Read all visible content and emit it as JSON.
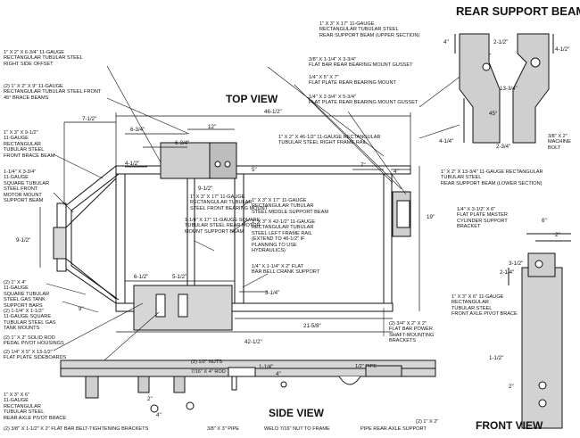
{
  "titles": {
    "top_view": "TOP VIEW",
    "side_view": "SIDE VIEW",
    "front_view": "FRONT VIEW",
    "rear_support_beam": "REAR SUPPORT BEAM"
  },
  "labels": {
    "right_side_offset": "1\" X 2\" X 6-3/4\" 11-GAUGE\nRECTANGULAR TUBULAR STEEL\nRIGHT SIDE OFFSET",
    "front_45_brace": "(2) 1\" X 2\" X 9\" 11-GAUGE\nRECTANGULAR TUBULAR STEEL FRONT\n45° BRACE BEAMS",
    "front_brace_beam": "1\" X 3\" X 9-1/2\"\n11-GAUGE\nRECTANGULAR\nTUBULAR STEEL\nFRONT BRACE BEAM",
    "front_motor_mount": "1-1/4\" X 3-3/4\"\n11-GAUGE\nSQUARE TUBULAR\nSTEEL FRONT\nMOTOR MOUNT\nSUPPORT BEAM",
    "gas_tank_support": "(2) 1\" X 4\"\n11-GAUGE\nSQUARE TUBULAR\nSTEEL GAS TANK\nSUPPORT BARS",
    "gas_tank_mounts": "(2) 1-1/4\" X 1-1/2\"\n11-GAUGE SQUARE\nTUBULAR STEEL GAS\nTANK MOUNTS",
    "pedal_pivot": "(2) 1\" X 2\" SOLID ROD\nPEDAL PIVOT HOUSINGS",
    "floorboards": "(2) 1/4\" X 5\" X 13-1/2\"\nFLAT PLATE SIDEBOARDS",
    "rear_axle_pivot": "1\" X 3\" X 6\"\n11-GAUGE\nRECTANGULAR\nTUBULAR STEEL\nREAR AXLE PIVOT BRACE",
    "belt_brackets": "(2) 3/8\" X 1-1/2\" X 2\" FLAT BAR BELT-TIGHTENING BRACKETS",
    "upper_section": "1\" X 3\" X 17\" 11-GAUGE\nRECTANGULAR TUBULAR STEEL\nREAR SUPPORT BEAM (UPPER SECTION)",
    "rear_bearing_gusset": "3/8\" X 1-1/4\" X 3-3/4\"\nFLAT BAR REAR BEARING MOUNT GUSSET",
    "rear_bearing_mount": "1/4\" X 5\" X 7\"\nFLAT PLATE REAR BEARING MOUNT",
    "bearing_mount_gusset": "1/4\" X 2-3/4\" X 5-3/4\"\nFLAT PLATE REAR BEARING MOUNT GUSSET",
    "right_frame_rail": "1\" X 2\" X 46-1/2\" 11-GAUGE RECTANGULAR\nTUBULAR STEEL RIGHT FRAME RAIL",
    "front_bearing_mount": "1\" X 3\" X 17\" 11-GAUGE\nRECTANGULAR TUBULAR\nSTEEL FRONT BEARING MOUNT",
    "rear_motor_mount": "1-1/4\" X 17\" 11-GAUGE SQUARE\nTUBULAR STEEL REAR MOTOR\nMOUNT SUPPORT BEAM",
    "middle_support": "1\" X 3\" X 17\" 11-GAUGE\nRECTANGULAR TUBULAR\nSTEEL MIDDLE SUPPORT BEAM",
    "left_frame_rail": "1\" X 3\" X 42-1/2\" 11-GAUGE\nRECTANGULAR TUBULAR\nSTEEL LEFT FRAME RAIL\n(EXTEND TO 46-1/2\" IF\nPLANNING TO USE\nHYDRAULICS)",
    "bell_crank": "1/4\" X 1-1/4\" X 2\" FLAT\nBAR BELL CRANK SUPPORT",
    "power_shaft": "(2) 3/4\" X 2\" X 2\"\nFLAT BAR POWER\nSHAFT-MOUNTING\nBRACKETS",
    "lower_section": "1\" X 2\" X 13-3/4\" 11-GAUGE RECTANGULAR\nTUBULAR STEEL\nREAR SUPPORT BEAM (LOWER SECTION)",
    "machine_bolt": "3/8\" X 2\"\nMACHINE\nBOLT",
    "master_cylinder": "1/4\" X 3-1/2\" X 6\"\nFLAT PLATE MASTER\nCYLINDER SUPPORT\nBRACKET",
    "front_axle_pivot": "1\" X 3\" X 6\" 11-GAUGE\nRECTANGULAR\nTUBULAR STEEL\nFRONT AXLE PIVOT BRACE",
    "nuts": "(2) 1/2\" NUTS",
    "rod": "7/16\" X 4\" ROD",
    "pipe": "3/8\" X 3\" PIPE",
    "weld_nut": "WELD 7/16\" NUT TO FRAME",
    "pipe_rear_axle": "PIPE REAR AXLE SUPPORT",
    "one_by_two": "(2) 1\" X 2\"",
    "half_pipe": "1/2\" PIPE"
  },
  "dims": {
    "d_46_5": "46-1/2\"",
    "d_7_5": "7-1/2\"",
    "d_6_75a": "6-3/4\"",
    "d_12": "12\"",
    "d_6_75b": "6-3/4\"",
    "d_5": "5\"",
    "d_4_5": "4-1/2\"",
    "d_9_5a": "9-1/2\"",
    "d_9_5b": "9-1/2\"",
    "d_9": "9\"",
    "d_6_5": "6-1/2\"",
    "d_5_5": "5-1/2\"",
    "d_3_25": "3-1/4\"",
    "d_21_6": "21-5/8\"",
    "d_42_5": "42-1/2\"",
    "d_7": "7\"",
    "d_4a": "4\"",
    "d_19": "19\"",
    "d_1_25": "1-1/4\"",
    "d_4b": "4\"",
    "d_2s": "2\"",
    "d_4c": "4\"",
    "rs_2_5": "2-1/2\"",
    "rs_4_5": "4-1/2\"",
    "rs_4": "4\"",
    "rs_45": "45°",
    "rs_13_75": "13-3/4\"",
    "rs_4_25": "4-1/4\"",
    "rs_2_75": "2-3/4\"",
    "fv_6": "6\"",
    "fv_2a": "2\"",
    "fv_3_5": "3-1/2\"",
    "fv_2_25": "2-1/4\"",
    "fv_1_5": "1-1/2\"",
    "fv_2b": "2\""
  }
}
